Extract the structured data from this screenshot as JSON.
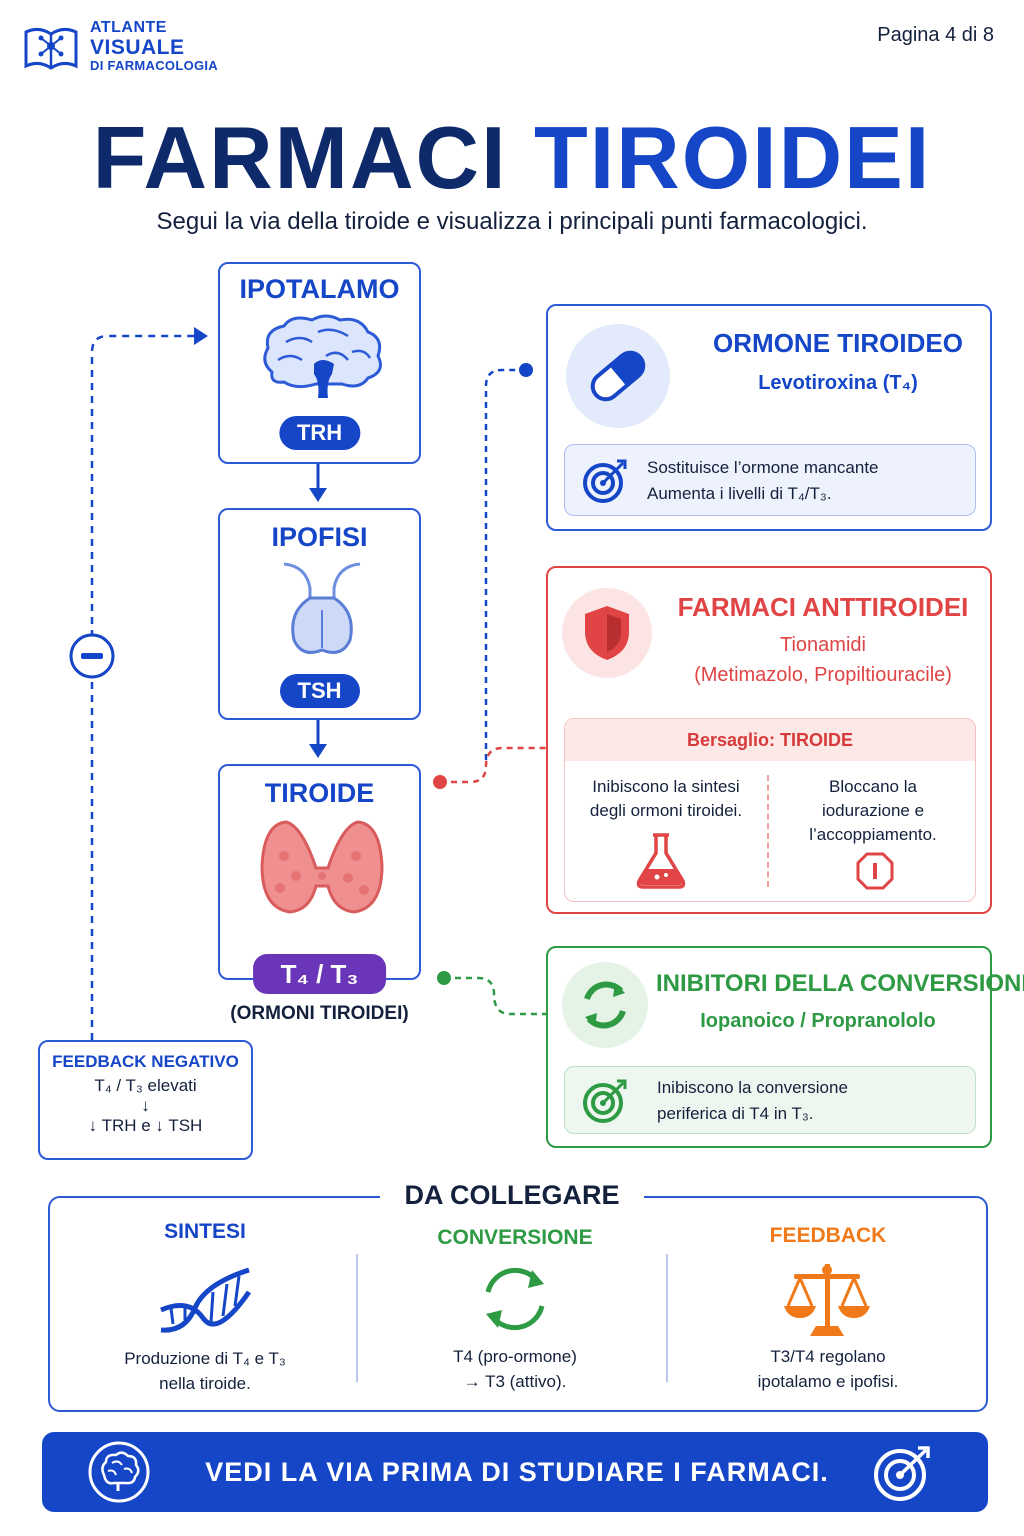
{
  "header": {
    "brand_line1": "ATLANTE",
    "brand_line2": "VISUALE",
    "brand_line3": "DI FARMACOLOGIA",
    "page_indicator": "Pagina 4 di 8"
  },
  "title": {
    "part1": "FARMACI",
    "part2": "TIROIDEI"
  },
  "subtitle": "Segui la via della tiroide e visualizza i principali punti farmacologici.",
  "pathway": {
    "ipotalamo": {
      "title": "IPOTALAMO",
      "hormone": "TRH"
    },
    "ipofisi": {
      "title": "IPOFISI",
      "hormone": "TSH"
    },
    "tiroide": {
      "title": "TIROIDE",
      "hormone": "T₄ / T₃",
      "caption": "(ORMONI TIROIDEI)"
    }
  },
  "feedback": {
    "title": "FEEDBACK NEGATIVO",
    "line1": "T₄ / T₃ elevati",
    "arrow": "↓",
    "line2": "↓ TRH e ↓ TSH"
  },
  "cards": {
    "ormone": {
      "title": "ORMONE TIROIDEO",
      "subtitle": "Levotiroxina (T₄)",
      "text_line1": "Sostituisce l’ormone mancante",
      "text_line2": "Aumenta i livelli di T₄/T₃."
    },
    "antitiroidei": {
      "title": "FARMACI ANTTIROIDEI",
      "subtitle1": "Tionamidi",
      "subtitle2": "(Metimazolo, Propiltiouracile)",
      "target": "Bersaglio: TIROIDE",
      "left_line1": "Inibiscono la sintesi",
      "left_line2": "degli ormoni tiroidei.",
      "right_line1": "Bloccano la",
      "right_line2": "iodurazione e",
      "right_line3": "l’accoppiamento."
    },
    "conversione": {
      "title": "INIBITORI DELLA CONVERSIONE",
      "subtitle": "Iopanoico / Propranololo",
      "text_line1": "Inibiscono la conversione",
      "text_line2": "periferica di T4 in T₃."
    }
  },
  "collegare": {
    "title": "DA COLLEGARE",
    "sintesi": {
      "title": "SINTESI",
      "line1": "Produzione di T₄ e T₃",
      "line2": "nella tiroide."
    },
    "conversione": {
      "title": "CONVERSIONE",
      "line1": "T4 (pro-ormone)",
      "line2": "→ T3 (attivo)."
    },
    "feedback": {
      "title": "FEEDBACK",
      "line1": "T3/T4 regolano",
      "line2": "ipotalamo e ipofisi."
    }
  },
  "banner": {
    "text": "VEDI LA VIA PRIMA DI STUDIARE I FARMACI."
  },
  "colors": {
    "brand_blue": "#1646c8",
    "navy": "#0f2a6b",
    "red": "#e04444",
    "green": "#2e9a43",
    "purple": "#6a35b8",
    "orange": "#f07a1a"
  }
}
